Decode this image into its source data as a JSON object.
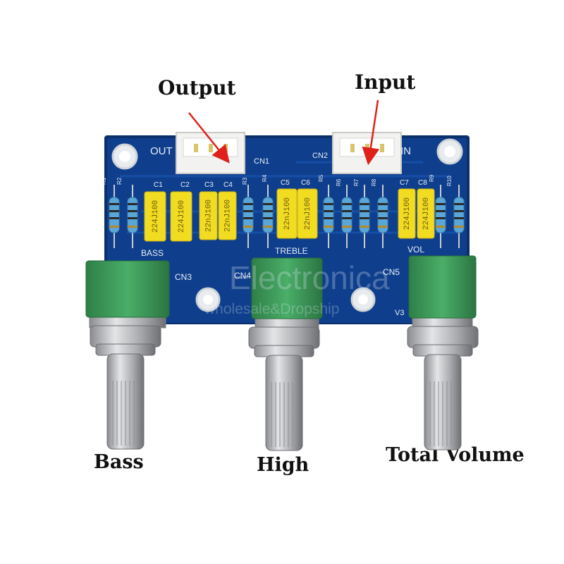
{
  "callouts": {
    "output": "Output",
    "input": "Input",
    "bass": "Bass",
    "high": "High",
    "total_volume": "Total Volume"
  },
  "board": {
    "connector_out": "OUT",
    "connector_in": "IN",
    "cn1": "CN1",
    "cn2": "CN2",
    "cn3": "CN3",
    "cn4": "CN4",
    "cn5": "CN5",
    "bass": "BASS",
    "treble": "TREBLE",
    "vol": "VOL",
    "v3": "V3",
    "capacitors": [
      "C1",
      "C2",
      "C3",
      "C4",
      "C5",
      "C6",
      "C7",
      "C8"
    ],
    "resistors": [
      "R1",
      "R2",
      "R3",
      "R4",
      "R5",
      "R6",
      "R7",
      "R8",
      "R9",
      "R10"
    ],
    "cap_markings": [
      "224J100",
      "224J100",
      "22nJ100",
      "22nJ100",
      "22nJ100",
      "22nJ100",
      "224J100",
      "224J100"
    ]
  },
  "watermark": {
    "title": "Electronica",
    "subtitle": "wholesale&Dropship"
  },
  "colors": {
    "pcb": "#0f3f8c",
    "pcb_edge": "#0a2f6b",
    "capacitor": "#f2dc22",
    "pot_body": "#3f9b5c",
    "metal": "#b7b9bc",
    "arrow": "#e0201a"
  }
}
